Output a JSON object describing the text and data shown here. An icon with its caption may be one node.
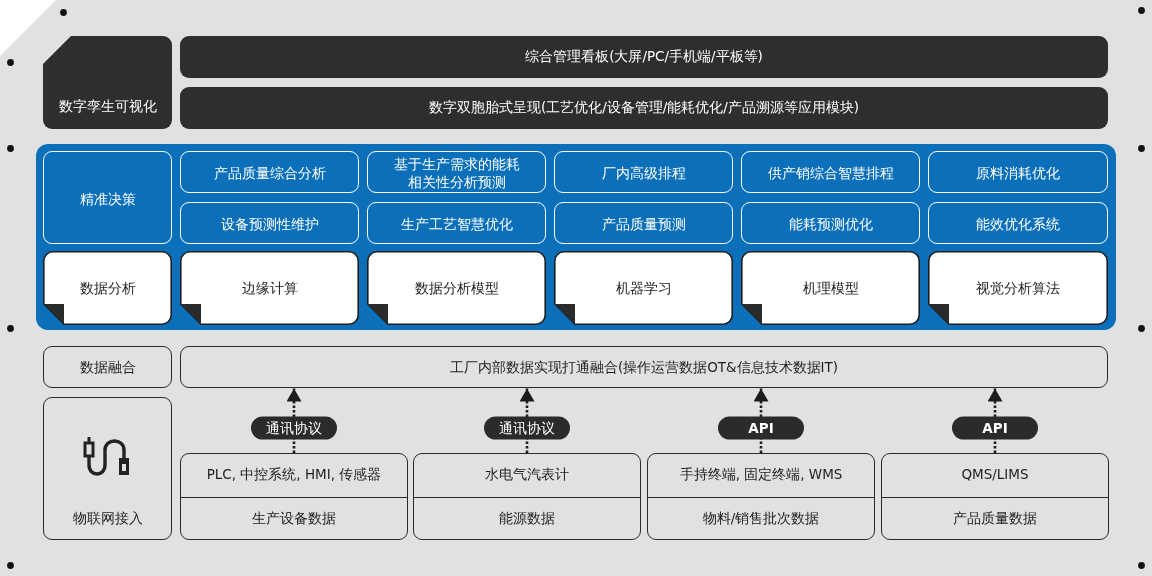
{
  "diagram": {
    "nodes": [
      {
        "text": [
          "数字孪生可视化"
        ]
      },
      {
        "text": [
          "综合管理看板(大屏/PC/手机端/平板等)"
        ]
      },
      {
        "text": [
          "数字双胞胎式呈现(工艺优化/设备管理/能耗优化/产品溯源等应用模块)"
        ]
      },
      {
        "text": [],
        "shape": "box"
      },
      {
        "text": [
          "精准决策"
        ],
        "in": 3
      },
      {
        "text": [
          "产品质量综合分析"
        ],
        "in": 3
      },
      {
        "text": [
          "基于生产需求的能耗相关性分析预测"
        ],
        "in": 3
      },
      {
        "text": [
          "厂内高级排程"
        ],
        "in": 3
      },
      {
        "text": [
          "供产销综合智慧排程"
        ],
        "in": 3
      },
      {
        "text": [
          "原料消耗优化"
        ],
        "in": 3
      },
      {
        "text": [
          "设备预测性维护"
        ],
        "in": 3
      },
      {
        "text": [
          "生产工艺智慧优化"
        ],
        "in": 3
      },
      {
        "text": [
          "产品质量预测"
        ],
        "in": 3
      },
      {
        "text": [
          "能耗预测优化"
        ],
        "in": 3
      },
      {
        "text": [
          "能效优化系统"
        ],
        "in": 3
      },
      {
        "text": [
          "数据分析"
        ],
        "in": 3
      },
      {
        "text": [
          "边缘计算"
        ],
        "in": 3
      },
      {
        "text": [
          "数据分析模型"
        ],
        "in": 3
      },
      {
        "text": [
          "机器学习"
        ],
        "in": 3
      },
      {
        "text": [
          "机理模型"
        ],
        "in": 3
      },
      {
        "text": [
          "视觉分析算法"
        ],
        "in": 3
      },
      {
        "text": [
          "数据融合"
        ]
      },
      {
        "text": [
          "工厂内部数据实现打通融合(操作运营数据OT&信息技术数据IT)"
        ]
      },
      {
        "text": [
          "物联网接入"
        ]
      },
      {
        "text": [
          "PLC, 中控系统, HMI, 传感器",
          "生产设备数据"
        ]
      },
      {
        "text": [
          "水电气汽表计",
          "能源数据"
        ]
      },
      {
        "text": [
          "手持终端, 固定终端, WMS",
          "物料/销售批次数据"
        ]
      },
      {
        "text": [
          "QMS/LIMS",
          "产品质量数据"
        ]
      }
    ],
    "edges": [
      {
        "from": 24,
        "to": 22,
        "arrow": "to",
        "label": "通讯协议",
        "style": "dashed"
      },
      {
        "from": 25,
        "to": 22,
        "arrow": "to",
        "label": "通讯协议",
        "style": "dashed"
      },
      {
        "from": 26,
        "to": 22,
        "arrow": "to",
        "label": "API",
        "style": "dashed"
      },
      {
        "from": 27,
        "to": 22,
        "arrow": "to",
        "label": "API",
        "style": "dashed"
      }
    ]
  }
}
